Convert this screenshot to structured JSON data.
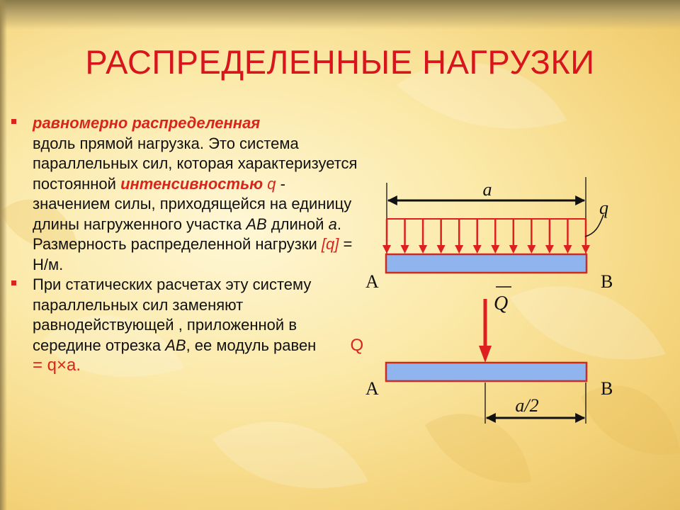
{
  "title": "РАСПРЕДЕЛЕННЫЕ НАГРУЗКИ",
  "bullet1": {
    "term": "равномерно распределенная",
    "t1": "вдоль прямой нагрузка. Это система параллельных сил, которая характеризуется постоянной",
    "intensity": "интенсивностью",
    "q": "q",
    "t2": "- значением силы, приходящейся на единицу длины нагруженного участка",
    "ab": "АВ",
    "t3": "длиной",
    "a": "а",
    "t4": ". Размерность распределенной нагрузки",
    "unit_bracket": "[q]",
    "unit_rest": "= Н/м."
  },
  "bullet2": {
    "t1": "При статических расчетах эту систему параллельных сил заменяют равнодействующей , приложенной в середине отрезка",
    "ab": "АВ",
    "t2": ", ее модуль равен",
    "formula": "Q = q×a."
  },
  "diagram": {
    "top": {
      "label_a": "a",
      "label_q": "q",
      "label_A": "A",
      "label_B": "B",
      "arrow_count": 12
    },
    "bottom": {
      "label_Q": "Q",
      "label_A": "A",
      "label_B": "B",
      "label_half": "a/2"
    }
  },
  "colors": {
    "title": "#d8151d",
    "accent": "#d9261c",
    "beam_fill": "#8fb4ee",
    "beam_stroke": "#cc2b1e",
    "arrow": "#dd1f1f"
  }
}
